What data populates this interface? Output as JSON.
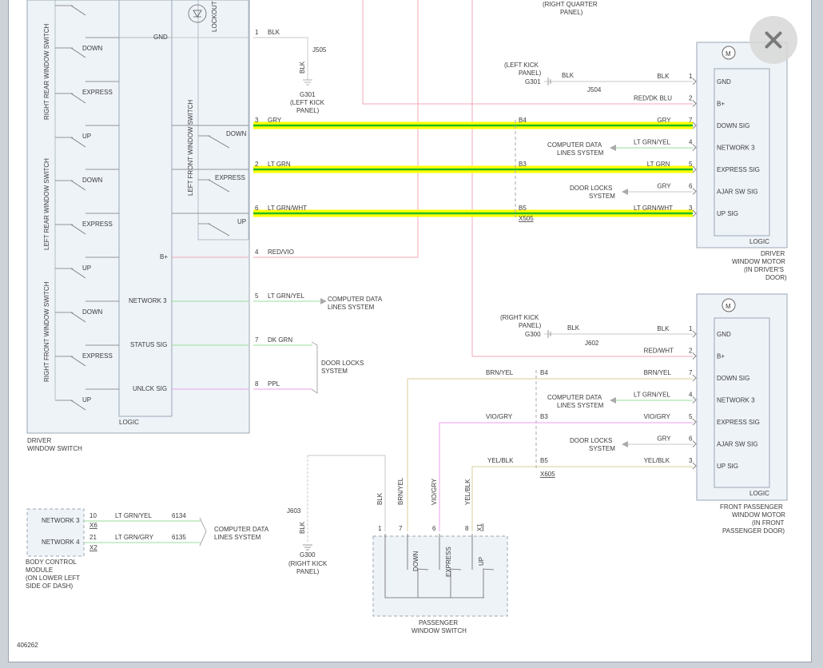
{
  "viewer": {
    "close_icon": "close-icon"
  },
  "colors": {
    "wire_pink": "#f0a8b4",
    "wire_gray": "#c8c8c8",
    "highlight_yellow": "#ffff00",
    "highlight_green": "#22bb22",
    "wire_green": "#99dd99",
    "wire_purple": "#e8a0e8",
    "wire_tan": "#d8cc99",
    "box_fill": "#eef3f8",
    "box_border": "#9aa7b4"
  },
  "diagram_id": "406262",
  "driver_switch": {
    "title_line1": "DRIVER",
    "title_line2": "WINDOW SWITCH",
    "logic": "LOGIC",
    "right_rear": "RIGHT REAR WINDOW SWITCH",
    "left_rear": "LEFT REAR WINDOW SWITCH",
    "right_front": "RIGHT FRONT WINDOW SWITCH",
    "left_front": "LEFT FRONT WINDOW SWITCH",
    "lockout": "LOCKOUT INDICATOR",
    "down": "DOWN",
    "express": "EXPRESS",
    "up": "UP",
    "pins": {
      "gnd": "GND",
      "bplus": "B+",
      "network3": "NETWORK 3",
      "status_sig": "STATUS SIG",
      "unlck_sig": "UNLCK SIG"
    }
  },
  "driver_wires": [
    {
      "pin": "1",
      "color": "BLK"
    },
    {
      "pin": "3",
      "color": "GRY"
    },
    {
      "pin": "2",
      "color": "LT GRN"
    },
    {
      "pin": "6",
      "color": "LT GRN/WHT"
    },
    {
      "pin": "4",
      "color": "RED/VIO"
    },
    {
      "pin": "5",
      "color": "LT GRN/YEL"
    },
    {
      "pin": "7",
      "color": "DK GRN"
    },
    {
      "pin": "8",
      "color": "PPL"
    }
  ],
  "computer_data_line1": "COMPUTER DATA",
  "computer_data_line2": "LINES SYSTEM",
  "door_locks_line1": "DOOR LOCKS",
  "door_locks_line2": "SYSTEM",
  "grounds": {
    "j505": "J505",
    "g301": "G301",
    "left_kick_panel": "(LEFT KICK PANEL)",
    "left_kick_l1": "(LEFT KICK",
    "left_kick_l2": "PANEL)",
    "j504": "J504",
    "j602": "J602",
    "j603": "J603",
    "g300": "G300",
    "right_kick_l1": "(RIGHT KICK",
    "right_kick_l2": "PANEL)",
    "right_quarter_l1": "(RIGHT QUARTER",
    "right_quarter_l2": "PANEL)"
  },
  "connectors": {
    "b4": "B4",
    "b3": "B3",
    "b5": "B5",
    "x505": "X505",
    "x605": "X605",
    "x6": "X6",
    "x2": "X2",
    "x1": "X1"
  },
  "driver_motor": {
    "title_l1": "DRIVER",
    "title_l2": "WINDOW MOTOR",
    "title_l3": "(IN DRIVER'S",
    "title_l4": "DOOR)",
    "logic": "LOGIC",
    "motor": "M",
    "pins": [
      {
        "num": "1",
        "label": "GND",
        "wire": "BLK"
      },
      {
        "num": "2",
        "label": "B+",
        "wire": "RED/DK BLU"
      },
      {
        "num": "7",
        "label": "DOWN SIG",
        "wire": "GRY"
      },
      {
        "num": "4",
        "label": "NETWORK 3",
        "wire": "LT GRN/YEL"
      },
      {
        "num": "5",
        "label": "EXPRESS SIG",
        "wire": "LT GRN"
      },
      {
        "num": "6",
        "label": "AJAR SW SIG",
        "wire": "GRY"
      },
      {
        "num": "3",
        "label": "UP SIG",
        "wire": "LT GRN/WHT"
      }
    ]
  },
  "passenger_motor": {
    "title_l1": "FRONT PASSENGER",
    "title_l2": "WINDOW MOTOR",
    "title_l3": "(IN FRONT",
    "title_l4": "PASSENGER DOOR)",
    "logic": "LOGIC",
    "motor": "M",
    "pins": [
      {
        "num": "1",
        "label": "GND",
        "wire": "BLK"
      },
      {
        "num": "2",
        "label": "B+",
        "wire": "RED/WHT"
      },
      {
        "num": "7",
        "label": "DOWN SIG",
        "wire": "BRN/YEL"
      },
      {
        "num": "4",
        "label": "NETWORK 3",
        "wire": "LT GRN/YEL"
      },
      {
        "num": "5",
        "label": "EXPRESS SIG",
        "wire": "VIO/GRY"
      },
      {
        "num": "6",
        "label": "AJAR SW SIG",
        "wire": "GRY"
      },
      {
        "num": "3",
        "label": "UP SIG",
        "wire": "YEL/BLK"
      }
    ],
    "left_wires": {
      "brn_yel": "BRN/YEL",
      "vio_gry": "VIO/GRY",
      "yel_blk": "YEL/BLK"
    }
  },
  "passenger_switch": {
    "title_l1": "PASSENGER",
    "title_l2": "WINDOW SWITCH",
    "down": "DOWN",
    "express": "EXPRESS",
    "up": "UP",
    "pins": [
      "1",
      "7",
      "6",
      "8"
    ],
    "wires": {
      "blk": "BLK",
      "brn_yel": "BRN/YEL",
      "vio_gry": "VIO/GRY",
      "yel_blk": "YEL/BLK"
    }
  },
  "bcm": {
    "network3": "NETWORK 3",
    "network4": "NETWORK 4",
    "pin10": "10",
    "pin21": "21",
    "wire1": "LT GRN/YEL",
    "wire2": "LT GRN/GRY",
    "ckt1": "6134",
    "ckt2": "6135",
    "title_l1": "BODY CONTROL",
    "title_l2": "MODULE",
    "title_l3": "(ON LOWER LEFT",
    "title_l4": "SIDE OF DASH)"
  }
}
